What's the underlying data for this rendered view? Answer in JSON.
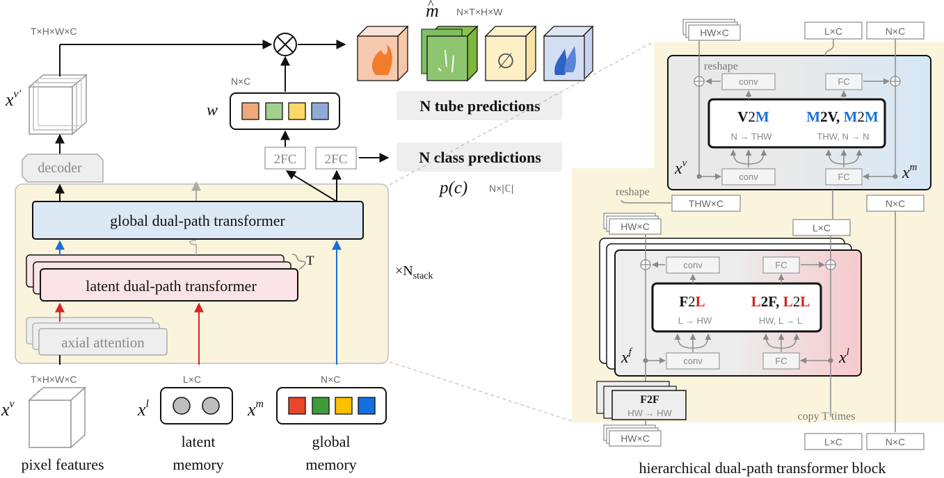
{
  "colors": {
    "stack_bg": "#fbf4dd",
    "global_block": "#dce8f4",
    "latent_block": "#fbe4e6",
    "gray_block": "#eeeeee",
    "accent_blue": "#1a6fd6",
    "accent_red": "#d92323",
    "mem_red": "#e8452a",
    "mem_green": "#3f9a3a",
    "mem_yellow": "#ffc000",
    "mem_blue": "#1470e0",
    "w_orange": "#f0a97a",
    "w_green": "#a3d08c",
    "w_yellow": "#ffd866",
    "w_blue": "#92a9d6"
  },
  "left": {
    "dim_top": "T×H×W×C",
    "xv_prime": "x",
    "xv_prime_sup": "v'",
    "decoder": "decoder",
    "mul_symbol": "⊗",
    "w_label": "w",
    "w_dim": "N×C",
    "fc1": "2FC",
    "fc2": "2FC",
    "global_dp": "global dual-path transformer",
    "latent_dp": "latent dual-path transformer",
    "t_label": "T",
    "axial": "axial attention",
    "nstack": "×N",
    "nstack_sub": "stack",
    "dim_pixel": "T×H×W×C",
    "dim_latent": "L×C",
    "dim_global": "N×C",
    "xv": "x",
    "xv_sup": "v",
    "xl": "x",
    "xl_sup": "l",
    "xm": "x",
    "xm_sup": "m",
    "caption_pixel": "pixel features",
    "caption_latent_1": "latent",
    "caption_latent_2": "memory",
    "caption_global_1": "global",
    "caption_global_2": "memory"
  },
  "predictions": {
    "m_hat": "m",
    "m_hat_accent": "^",
    "dim": "N×T×H×W",
    "empty_symbol": "∅",
    "tube": "N tube predictions",
    "class": "N class predictions",
    "pc": "p(c)",
    "pc_dim": "N×|ℂ|"
  },
  "right": {
    "hwc_top": "HW×C",
    "lc_top": "L×C",
    "nc_top": "N×C",
    "reshape_top": "reshape",
    "conv": "conv",
    "fc": "FC",
    "v2m_v": "V",
    "v2m_2": "2",
    "v2m_m": "M",
    "v2m_sub": "N → THW",
    "m2v_m1": "M",
    "m2v_2a": "2V, ",
    "m2v_m2": "M",
    "m2v_2b": "2",
    "m2v_m3": "M",
    "m2v_sub": "THW, N → N",
    "xv": "x",
    "xv_sup": "v",
    "xm": "x",
    "xm_sup": "m",
    "reshape_mid": "reshape",
    "thwc": "THW×C",
    "nc_mid": "N×C",
    "hwc_mid": "HW×C",
    "lc_mid": "L×C",
    "f2l_f": "F",
    "f2l_2": "2",
    "f2l_l": "L",
    "f2l_sub": "L → HW",
    "l2f_l1": "L",
    "l2f_2a": "2F, ",
    "l2f_l2": "L",
    "l2f_2b": "2",
    "l2f_l3": "L",
    "l2f_sub": "HW, L → L",
    "xf": "x",
    "xf_sup": "f",
    "xl": "x",
    "xl_sup": "l",
    "f2f": "F2F",
    "f2f_sub": "HW → HW",
    "copy_t": "copy T times",
    "hwc_bottom": "HW×C",
    "lc_bottom": "L×C",
    "nc_bottom": "N×C",
    "caption": "hierarchical dual-path transformer block"
  }
}
